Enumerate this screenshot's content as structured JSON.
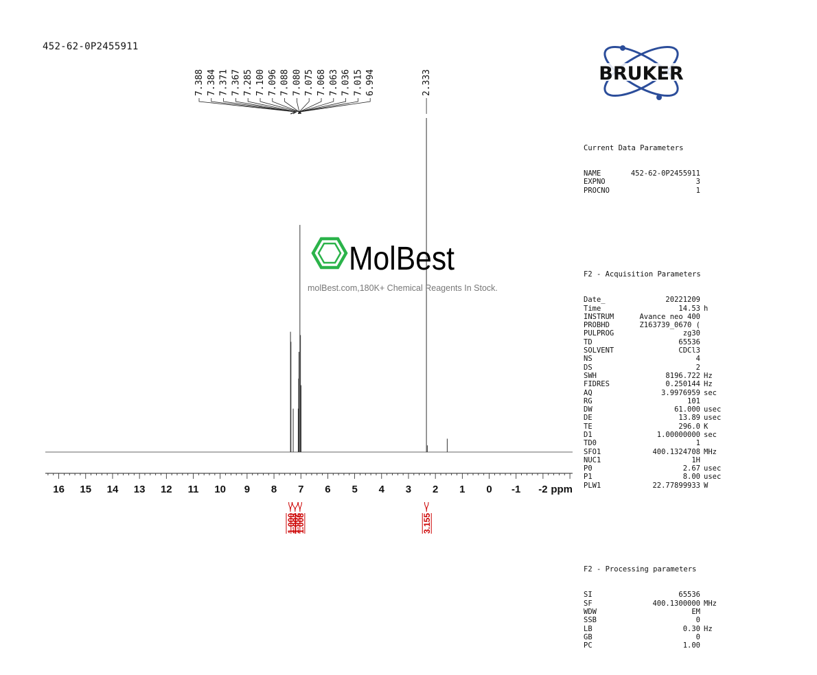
{
  "sample_id": "452-62-0P2455911",
  "watermark": {
    "brand": "MolBest",
    "tagline": "molBest.com,180K+ Chemical Reagents In Stock."
  },
  "logo": {
    "text": "BRUKER"
  },
  "colors": {
    "spectrum": "#333333",
    "integral": "#cc0000",
    "watermark": "#2bb34a",
    "logo": "#2b4d9a"
  },
  "params": {
    "current": {
      "title": "Current Data Parameters",
      "rows": [
        {
          "key": "NAME",
          "value": "452-62-0P2455911",
          "unit": ""
        },
        {
          "key": "EXPNO",
          "value": "3",
          "unit": ""
        },
        {
          "key": "PROCNO",
          "value": "1",
          "unit": ""
        }
      ]
    },
    "acquisition": {
      "title": "F2 - Acquisition Parameters",
      "rows": [
        {
          "key": "Date_",
          "value": "20221209",
          "unit": ""
        },
        {
          "key": "Time",
          "value": "14.53",
          "unit": "h"
        },
        {
          "key": "INSTRUM",
          "value": "Avance neo 400",
          "unit": ""
        },
        {
          "key": "PROBHD",
          "value": "Z163739_0670 (",
          "unit": ""
        },
        {
          "key": "PULPROG",
          "value": "zg30",
          "unit": ""
        },
        {
          "key": "TD",
          "value": "65536",
          "unit": ""
        },
        {
          "key": "SOLVENT",
          "value": "CDCl3",
          "unit": ""
        },
        {
          "key": "NS",
          "value": "4",
          "unit": ""
        },
        {
          "key": "DS",
          "value": "2",
          "unit": ""
        },
        {
          "key": "SWH",
          "value": "8196.722",
          "unit": "Hz"
        },
        {
          "key": "FIDRES",
          "value": "0.250144",
          "unit": "Hz"
        },
        {
          "key": "AQ",
          "value": "3.9976959",
          "unit": "sec"
        },
        {
          "key": "RG",
          "value": "101",
          "unit": ""
        },
        {
          "key": "DW",
          "value": "61.000",
          "unit": "usec"
        },
        {
          "key": "DE",
          "value": "13.89",
          "unit": "usec"
        },
        {
          "key": "TE",
          "value": "296.0",
          "unit": "K"
        },
        {
          "key": "D1",
          "value": "1.00000000",
          "unit": "sec"
        },
        {
          "key": "TD0",
          "value": "1",
          "unit": ""
        },
        {
          "key": "SFO1",
          "value": "400.1324708",
          "unit": "MHz"
        },
        {
          "key": "NUC1",
          "value": "1H",
          "unit": ""
        },
        {
          "key": "P0",
          "value": "2.67",
          "unit": "usec"
        },
        {
          "key": "P1",
          "value": "8.00",
          "unit": "usec"
        },
        {
          "key": "PLW1",
          "value": "22.77899933",
          "unit": "W"
        }
      ]
    },
    "processing": {
      "title": "F2 - Processing parameters",
      "rows": [
        {
          "key": "SI",
          "value": "65536",
          "unit": ""
        },
        {
          "key": "SF",
          "value": "400.1300000",
          "unit": "MHz"
        },
        {
          "key": "WDW",
          "value": "EM",
          "unit": ""
        },
        {
          "key": "SSB",
          "value": "0",
          "unit": ""
        },
        {
          "key": "LB",
          "value": "0.30",
          "unit": "Hz"
        },
        {
          "key": "GB",
          "value": "0",
          "unit": ""
        },
        {
          "key": "PC",
          "value": "1.00",
          "unit": ""
        }
      ]
    }
  },
  "chart_data": {
    "type": "line",
    "xlabel": "ppm",
    "xlim": [
      16.5,
      -3.1
    ],
    "xticks": [
      16,
      15,
      14,
      13,
      12,
      11,
      10,
      9,
      8,
      7,
      6,
      5,
      4,
      3,
      2,
      1,
      0,
      -1,
      -2
    ],
    "tick_labels": [
      "16",
      "15",
      "14",
      "13",
      "12",
      "11",
      "10",
      "9",
      "8",
      "7",
      "6",
      "5",
      "4",
      "3",
      "2",
      "1",
      "0",
      "-1",
      "-2"
    ],
    "peak_labels": [
      "7.388",
      "7.384",
      "7.371",
      "7.367",
      "7.285",
      "7.100",
      "7.096",
      "7.088",
      "7.080",
      "7.075",
      "7.068",
      "7.063",
      "7.036",
      "7.015",
      "6.994",
      "2.333"
    ],
    "peaks": [
      {
        "ppm": 7.386,
        "height": 0.36
      },
      {
        "ppm": 7.369,
        "height": 0.33
      },
      {
        "ppm": 7.285,
        "height": 0.13
      },
      {
        "ppm": 7.098,
        "height": 0.13
      },
      {
        "ppm": 7.084,
        "height": 0.22
      },
      {
        "ppm": 7.07,
        "height": 0.3
      },
      {
        "ppm": 7.036,
        "height": 0.68
      },
      {
        "ppm": 7.015,
        "height": 0.35
      },
      {
        "ppm": 6.994,
        "height": 0.2
      },
      {
        "ppm": 2.333,
        "height": 1.0
      },
      {
        "ppm": 2.3,
        "height": 0.02
      },
      {
        "ppm": 1.56,
        "height": 0.04
      }
    ],
    "integrals": [
      {
        "from": 7.45,
        "to": 7.33,
        "value": "1.000"
      },
      {
        "from": 7.32,
        "to": 7.11,
        "value": "1.002"
      },
      {
        "from": 7.1,
        "to": 6.97,
        "value": "1.008"
      },
      {
        "from": 2.4,
        "to": 2.26,
        "value": "3.155"
      }
    ]
  }
}
